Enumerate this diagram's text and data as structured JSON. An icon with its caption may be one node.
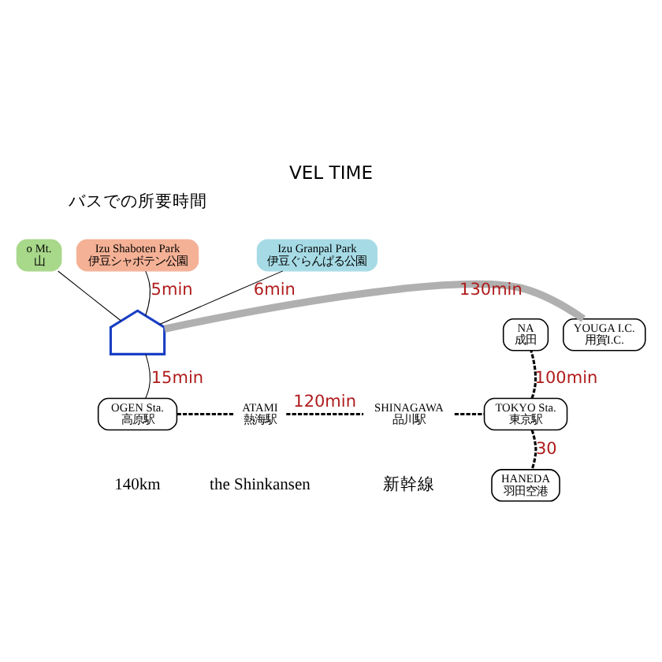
{
  "diagram": {
    "title": "VEL TIME",
    "nodes": [
      {
        "text": [],
        "shape": "house"
      },
      {
        "text": [
          "o Mt.",
          "山"
        ]
      },
      {
        "text": [
          "Izu Shaboten Park",
          "伊豆シャボテン公園"
        ]
      },
      {
        "text": [
          "Izu Granpal Park",
          "伊豆ぐらんぱる公園"
        ]
      },
      {
        "text": [
          "NA",
          "成田"
        ]
      },
      {
        "text": [
          "YOUGA I.C.",
          "用賀I.C."
        ]
      },
      {
        "text": [
          "OGEN Sta.",
          "高原駅"
        ]
      },
      {
        "text": [
          "ATAMI",
          "熱海駅"
        ]
      },
      {
        "text": [
          "SHINAGAWA",
          "品川駅"
        ]
      },
      {
        "text": [
          "TOKYO Sta.",
          "東京駅"
        ]
      },
      {
        "text": [
          "HANEDA",
          "羽田空港"
        ]
      }
    ],
    "edges": [
      {
        "from": 0,
        "to": 1,
        "arrow": "none"
      },
      {
        "from": 0,
        "to": 2,
        "arrow": "none",
        "label": "5min"
      },
      {
        "from": 0,
        "to": 3,
        "arrow": "none",
        "label": "6min"
      },
      {
        "from": 0,
        "to": 5,
        "arrow": "none",
        "label": "130min",
        "style": "thick",
        "color": "#b0b0b0"
      },
      {
        "from": 0,
        "to": 6,
        "arrow": "none",
        "label": "15min"
      },
      {
        "from": 6,
        "to": 7,
        "arrow": "none",
        "style": "dashed"
      },
      {
        "from": 7,
        "to": 8,
        "arrow": "none",
        "label": "120min",
        "style": "dashed"
      },
      {
        "from": 8,
        "to": 9,
        "arrow": "none",
        "style": "dashed"
      },
      {
        "from": 9,
        "to": 4,
        "arrow": "none",
        "label": "100min",
        "style": "dashed"
      },
      {
        "from": 9,
        "to": 10,
        "arrow": "none",
        "label": "30",
        "style": "dashed"
      }
    ],
    "labels": [
      "バスでの所要時間",
      "140km",
      "the Shinkansen",
      "新幹線"
    ]
  }
}
